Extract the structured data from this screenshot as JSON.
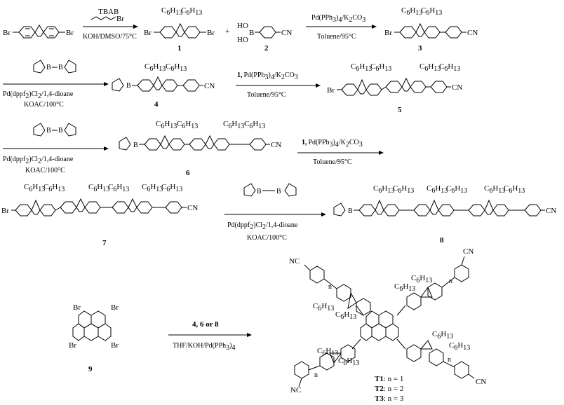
{
  "subs": {
    "hexyl": "6",
    "hexyl_h": "13",
    "ph3": "3",
    "k2co3_2": "2",
    "k2co3_3": "3",
    "dppf2": "2",
    "cl2": "2",
    "ph3_4": "4"
  },
  "atoms": {
    "br": "Br",
    "cn": "CN",
    "nc": "NC",
    "ho": "HO",
    "b": "B",
    "o": "O",
    "c": "C",
    "h": "H",
    "n": "n"
  },
  "steps": {
    "s1_top": "TBAB",
    "s1_reagent": "Br",
    "s1_bottom": "KOH/DMSO/75°C",
    "suzuki_top": "Pd(PPh",
    "suzuki_top_tail": ")",
    "suzuki_k": "/K",
    "suzuki_co": "CO",
    "suzuki_bottom": "Toluene/95°C",
    "pd_a": "Pd(dppf",
    "pd_b": ")Cl",
    "pd_c": "/1,4-dioane",
    "koac": "KOAC/100°C",
    "s_final_bottom": "THF/KOH/Pd(PPh",
    "s_final_tail": ")",
    "with1": "1,",
    "final_top": "4, 6 or 8"
  },
  "labels": {
    "c1": "1",
    "c2": "2",
    "c3": "3",
    "c4": "4",
    "c5": "5",
    "c6": "6",
    "c7": "7",
    "c8": "8",
    "c9": "9",
    "plus": "+",
    "t1": "T1",
    "t1v": ": n = 1",
    "t2": "T2",
    "t2v": ": n = 2",
    "t3": "T3",
    "t3v": ": n = 3",
    "or": "or"
  }
}
